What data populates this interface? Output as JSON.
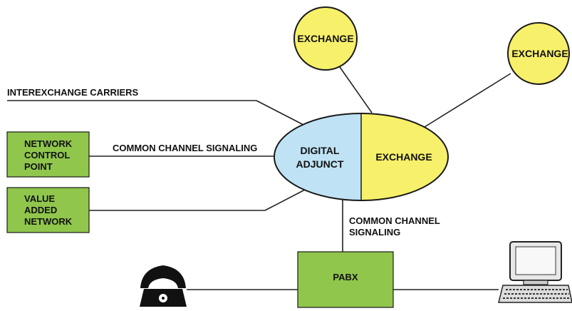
{
  "colors": {
    "exchange_yellow": "#f7f06a",
    "adjunct_blue": "#bfe3f5",
    "box_green": "#90c64c",
    "line": "#222222"
  },
  "labels": {
    "interexchange_carriers": "INTEREXCHANGE CARRIERS",
    "common_channel_signaling_left": "COMMON CHANNEL SIGNALING",
    "common_channel_signaling_bottom_1": "COMMON CHANNEL",
    "common_channel_signaling_bottom_2": "SIGNALING"
  },
  "nodes": {
    "exchange_top": "EXCHANGE",
    "exchange_right": "EXCHANGE",
    "digital_adjunct_1": "DIGITAL",
    "digital_adjunct_2": "ADJUNCT",
    "central_exchange": "EXCHANGE",
    "network_control_point": [
      "NETWORK",
      "CONTROL",
      "POINT"
    ],
    "value_added_network": [
      "VALUE",
      "ADDED",
      "NETWORK"
    ],
    "pabx": "PABX"
  },
  "icons": {
    "telephone": "telephone-icon",
    "computer": "computer-terminal-icon"
  }
}
